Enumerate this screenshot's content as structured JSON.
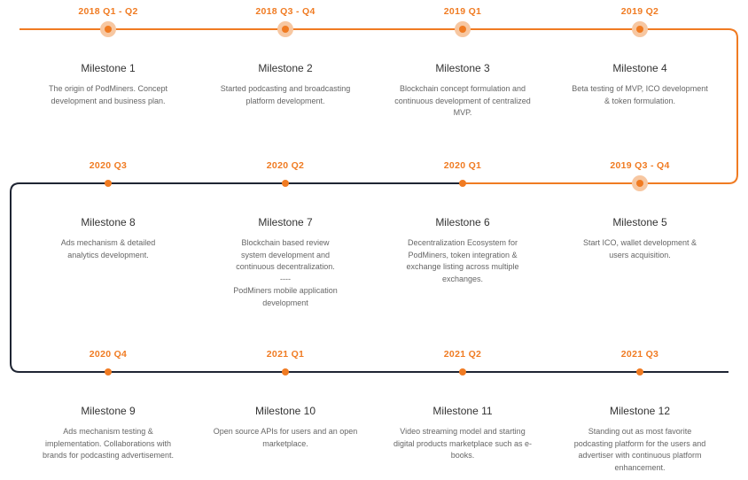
{
  "colors": {
    "accent": "#f07b22",
    "accent_halo": "#f7c7a1",
    "done_line": "#f07b22",
    "future_line": "#1f2533",
    "title": "#333333",
    "desc": "#666666"
  },
  "milestones": [
    {
      "period": "2018 Q1 - Q2",
      "title": "Milestone 1",
      "desc": [
        "The origin of PodMiners. Concept",
        "development and business plan."
      ],
      "done": true
    },
    {
      "period": "2018 Q3 - Q4",
      "title": "Milestone 2",
      "desc": [
        "Started podcasting and broadcasting",
        "platform development."
      ],
      "done": true
    },
    {
      "period": "2019 Q1",
      "title": "Milestone 3",
      "desc": [
        "Blockchain concept formulation and",
        "continuous development of centralized",
        "MVP."
      ],
      "done": true
    },
    {
      "period": "2019 Q2",
      "title": "Milestone 4",
      "desc": [
        "Beta testing of MVP, ICO development",
        "& token formulation."
      ],
      "done": true
    },
    {
      "period": "2019 Q3 - Q4",
      "title": "Milestone 5",
      "desc": [
        "Start ICO, wallet development &",
        "users acquisition."
      ],
      "done": true
    },
    {
      "period": "2020 Q1",
      "title": "Milestone 6",
      "desc": [
        "Decentralization Ecosystem for",
        "PodMiners, token integration &",
        "exchange listing across multiple",
        "exchanges."
      ],
      "done": false
    },
    {
      "period": "2020 Q2",
      "title": "Milestone 7",
      "desc": [
        "Blockchain based review",
        "system development and",
        "continuous decentralization.",
        "----",
        "PodMiners mobile application",
        "development"
      ],
      "done": false
    },
    {
      "period": "2020 Q3",
      "title": "Milestone 8",
      "desc": [
        "Ads mechanism & detailed",
        "analytics development."
      ],
      "done": false
    },
    {
      "period": "2020 Q4",
      "title": "Milestone 9",
      "desc": [
        "Ads mechanism testing &",
        "implementation. Collaborations with",
        "brands for podcasting advertisement."
      ],
      "done": false
    },
    {
      "period": "2021 Q1",
      "title": "Milestone 10",
      "desc": [
        "Open source APIs for users and an open",
        "marketplace."
      ],
      "done": false
    },
    {
      "period": "2021 Q2",
      "title": "Milestone 11",
      "desc": [
        "Video streaming model and starting",
        "digital products marketplace such as e-",
        "books."
      ],
      "done": false
    },
    {
      "period": "2021 Q3",
      "title": "Milestone 12",
      "desc": [
        "Standing out as most favorite",
        "podcasting platform for the users and",
        "advertiser with continuous platform",
        "enhancement."
      ],
      "done": false
    }
  ]
}
